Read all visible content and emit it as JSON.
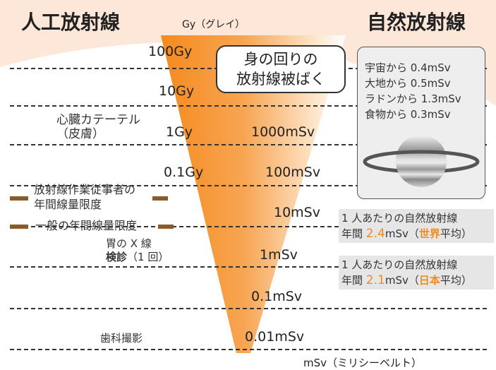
{
  "header": {
    "left_title": "人工放射線",
    "right_title": "自然放射線",
    "unit_top": "Gy（グレイ）",
    "unit_bottom": "mSv（ミリシーベルト）"
  },
  "scale": {
    "gy": [
      "100Gy",
      "10Gy",
      "1Gy",
      "0.1Gy"
    ],
    "msv": [
      "1000mSv",
      "100mSv",
      "10mSv",
      "1mSv",
      "0.1mSv",
      "0.01mSv"
    ]
  },
  "bubble": {
    "line1": "身の回りの",
    "line2": "放射線被ばく"
  },
  "artificial": {
    "cardiac_line1": "心臓カテーテル",
    "cardiac_line2": "（皮膚）",
    "worker_line1": "放射線作業従事者の",
    "worker_line2": "年間線量限度",
    "public_limit": "一般の年間線量限度",
    "xray_line1": "胃の X 線",
    "xray_bold": "検診",
    "xray_rest": "（1 回）",
    "dental": "歯科撮影"
  },
  "natural": {
    "items": [
      "宇宙から 0.4mSv",
      "大地から 0.5mSv",
      "ラドンから 1.3mSv",
      "食物から 0.3mSv"
    ],
    "world_line1": "1 人あたりの自然放射線",
    "world_prefix": "年間 ",
    "world_value": "2.4",
    "world_unit": "mSv（",
    "world_region": "世界",
    "world_suffix": "平均）",
    "japan_line1": "1 人あたりの自然放射線",
    "japan_prefix": "年間 ",
    "japan_value": "2.1",
    "japan_unit": "mSv（",
    "japan_region": "日本",
    "japan_suffix": "平均）"
  },
  "colors": {
    "funnel_orange": "#f39a3a",
    "accent_orange": "#ef8a1e",
    "background_peach": "#fde7d8"
  }
}
